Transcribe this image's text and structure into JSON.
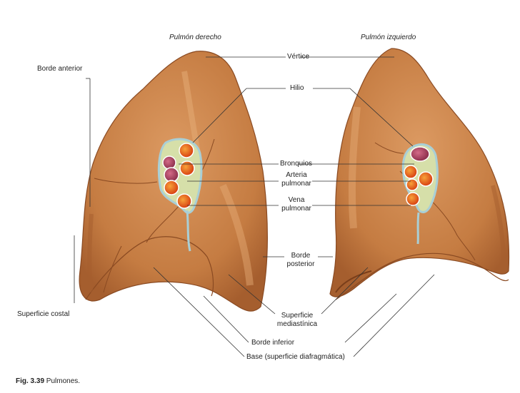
{
  "titles": {
    "right_lung": "Pulmón derecho",
    "left_lung": "Pulmón izquierdo"
  },
  "labels": {
    "borde_anterior": "Borde anterior",
    "vertice": "Vértice",
    "hilio": "Hilio",
    "bronquios": "Bronquios",
    "arteria_1": "Arteria",
    "arteria_2": "pulmonar",
    "vena_1": "Vena",
    "vena_2": "pulmonar",
    "borde_post_1": "Borde",
    "borde_post_2": "posterior",
    "superficie_costal": "Superficie costal",
    "superficie_med_1": "Superficie",
    "superficie_med_2": "mediastínica",
    "borde_inferior": "Borde inferior",
    "base": "Base (superficie diafragmática)"
  },
  "caption": {
    "fig": "Fig. 3.39",
    "text": "Pulmones."
  },
  "colors": {
    "lung": "#c98248",
    "lung_dark": "#8a4a22",
    "lung_light": "#e0a36c",
    "artery": "#e2581c",
    "bronchus": "#a23d5a",
    "pleura": "#a9cfd6"
  }
}
